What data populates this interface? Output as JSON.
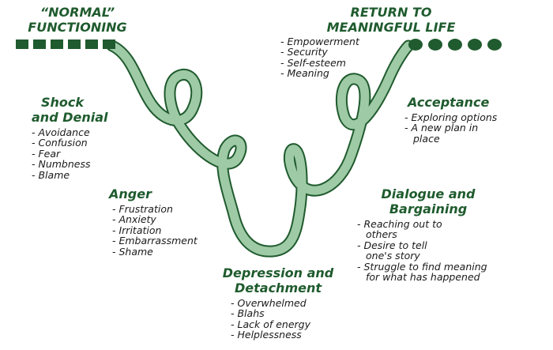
{
  "normal": {
    "line1": "“NORMAL”",
    "line2": "FUNCTIONING"
  },
  "return": {
    "line1": "RETURN TO",
    "line2": "MEANINGFUL LIFE",
    "items": [
      "Empowerment",
      "Security",
      "Self-esteem",
      "Meaning"
    ]
  },
  "shock": {
    "line1": "Shock",
    "line2": "and Denial",
    "items": [
      "Avoidance",
      "Confusion",
      "Fear",
      "Numbness",
      "Blame"
    ]
  },
  "anger": {
    "title": "Anger",
    "items": [
      "Frustration",
      "Anxiety",
      "Irritation",
      "Embarrassment",
      "Shame"
    ]
  },
  "depression": {
    "line1": "Depression and",
    "line2": "Detachment",
    "items": [
      "Overwhelmed",
      "Blahs",
      "Lack of energy",
      "Helplessness"
    ]
  },
  "acceptance": {
    "title": "Acceptance",
    "items": [
      "Exploring options",
      "A new plan in place"
    ]
  },
  "dialogue": {
    "line1": "Dialogue and",
    "line2": "Bargaining",
    "items": [
      "Reaching out to others",
      "Desire to tell one's story",
      "Struggle to find meaning for what has happened"
    ]
  },
  "colors": {
    "ribbon_fill": "#9fcaa6",
    "ribbon_edge": "#1f5b2e",
    "heading": "#1f5b2e",
    "text": "#1a1a1a"
  }
}
